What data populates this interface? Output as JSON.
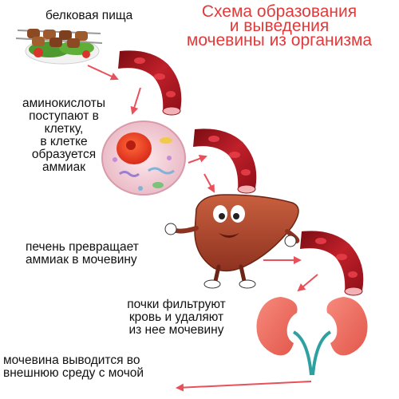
{
  "title": {
    "line1": "Схема образования",
    "line2": "и выведения",
    "line3": "мочевины из организма"
  },
  "labels": {
    "protein_food": "белковая пищa",
    "amino_acids": [
      "аминокислоты",
      "поступают в",
      "клетку,",
      "в клетке",
      "образуется",
      "аммиак"
    ],
    "liver": [
      "печень превращает",
      "аммиак в мочевину"
    ],
    "kidneys": [
      "почки  фильтруют",
      "кровь и удаляют",
      "из нее мочевину"
    ],
    "excretion": [
      "мочевина выводится во",
      "внешнюю среду с мочой"
    ]
  },
  "colors": {
    "title": "#e23a3a",
    "arrow": "#e8505a",
    "vessel": "#b0141e",
    "liver": "#b5472e",
    "kidney": "#ef7265",
    "ureter": "#2ea0a0"
  },
  "icons": [
    "food-image",
    "blood-vessel-icon",
    "cell-icon",
    "liver-mascot-icon",
    "kidneys-icon"
  ]
}
